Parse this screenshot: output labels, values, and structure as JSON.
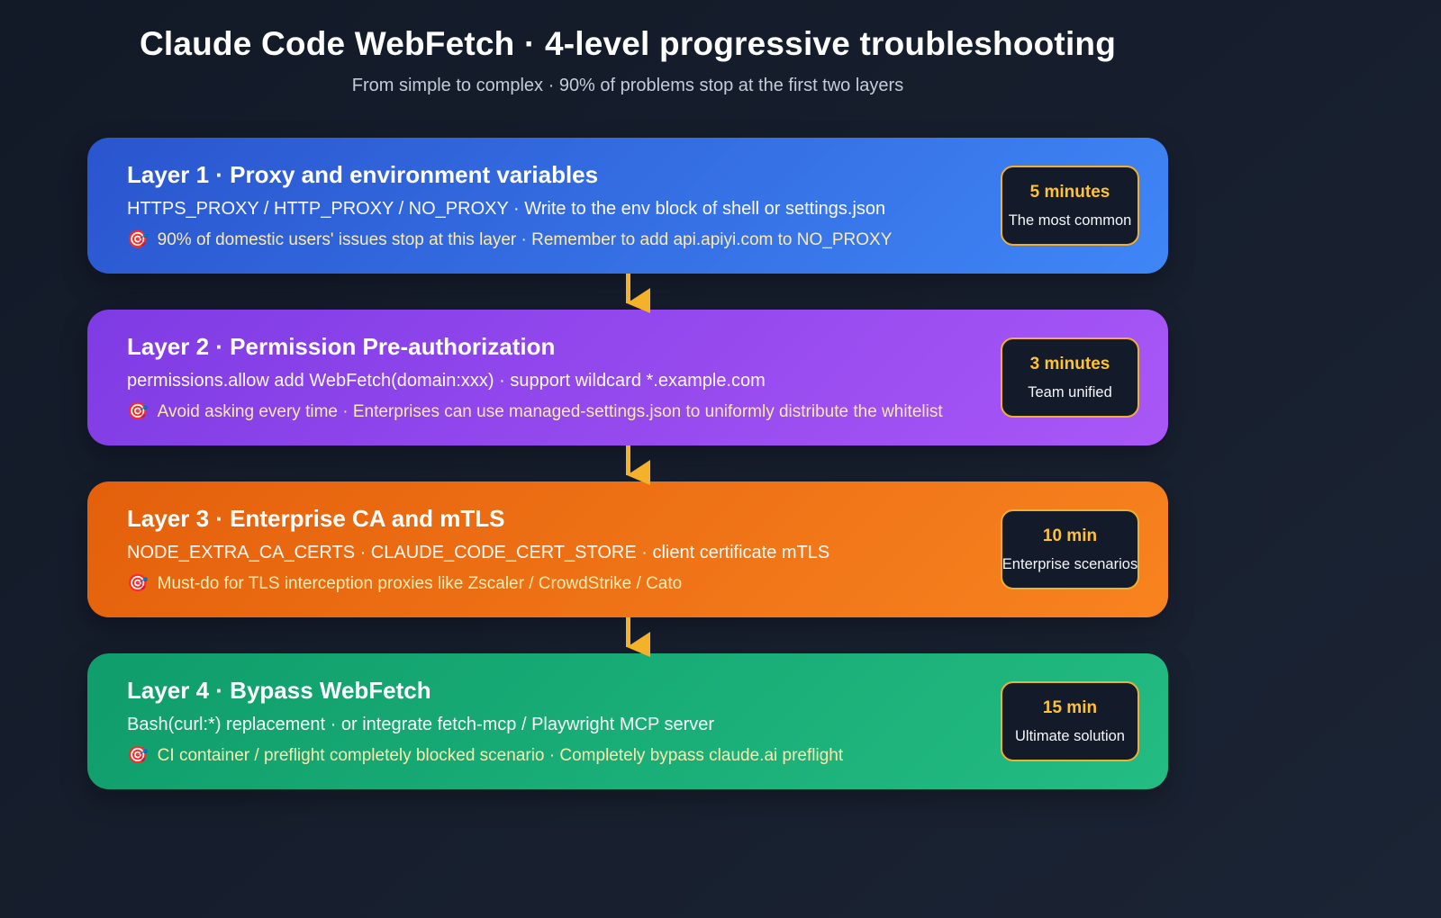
{
  "colors": {
    "accent": "#F3B229",
    "background_from": "#121927",
    "background_to": "#1B2434",
    "badge_bg": "#131A29",
    "badge_border": "#EFAF35",
    "badge_time": "#FFC233",
    "hint_text": "#FBEBB0",
    "subtitle_text": "#C5CCD9"
  },
  "header": {
    "title": "Claude Code WebFetch · 4-level progressive troubleshooting",
    "subtitle": "From simple to complex · 90% of problems stop at the first two layers"
  },
  "layers": [
    {
      "title": "Layer 1 · Proxy and environment variables",
      "detail": "HTTPS_PROXY / HTTP_PROXY / NO_PROXY · Write to the env block of shell or settings.json",
      "hint_icon": "🎯",
      "hint": "90% of domestic users' issues stop at this layer · Remember to add api.apiyi.com to NO_PROXY",
      "badge": {
        "time": "5 minutes",
        "label": "The most common"
      },
      "gradient": {
        "from": "#2A55CE",
        "to": "#3F86F7"
      }
    },
    {
      "title": "Layer 2 · Permission Pre-authorization",
      "detail": "permissions.allow add WebFetch(domain:xxx) · support wildcard *.example.com",
      "hint_icon": "🎯",
      "hint": "Avoid asking every time · Enterprises can use managed-settings.json to uniformly distribute the whitelist",
      "badge": {
        "time": "3 minutes",
        "label": "Team unified"
      },
      "gradient": {
        "from": "#7F3BE4",
        "to": "#A957F7"
      }
    },
    {
      "title": "Layer 3 · Enterprise CA and mTLS",
      "detail": "NODE_EXTRA_CA_CERTS · CLAUDE_CODE_CERT_STORE · client certificate mTLS",
      "hint_icon": "🎯",
      "hint": "Must-do for TLS interception proxies like Zscaler / CrowdStrike / Cato",
      "badge": {
        "time": "10 min",
        "label": "Enterprise scenarios"
      },
      "gradient": {
        "from": "#E4600C",
        "to": "#F8831F"
      }
    },
    {
      "title": "Layer 4 · Bypass WebFetch",
      "detail": "Bash(curl:*) replacement · or integrate fetch-mcp / Playwright MCP server",
      "hint_icon": "🎯",
      "hint": "CI container / preflight completely blocked scenario · Completely bypass claude.ai preflight",
      "badge": {
        "time": "15 min",
        "label": "Ultimate solution"
      },
      "gradient": {
        "from": "#0F9D6B",
        "to": "#23BC82"
      }
    }
  ]
}
